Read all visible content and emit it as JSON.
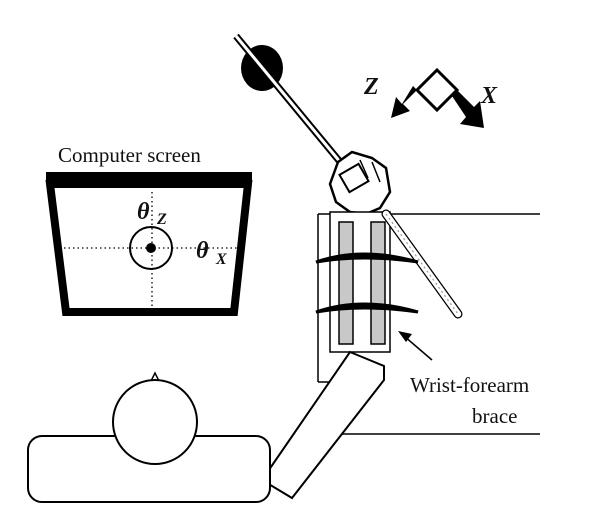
{
  "labels": {
    "computer_screen": "Computer screen",
    "wrist_brace_line1": "Wrist-forearm",
    "wrist_brace_line2": "brace"
  },
  "symbols": {
    "theta": "θ",
    "sub_z": "Z",
    "sub_x": "X",
    "axis_z": "Z",
    "axis_x": "X"
  },
  "colors": {
    "line": "#000000",
    "brace": "#c8c8c8",
    "background": "#ffffff"
  }
}
